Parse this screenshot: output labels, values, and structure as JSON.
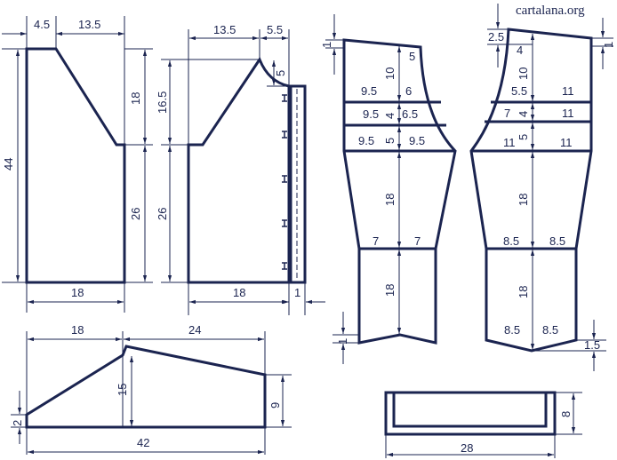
{
  "colors": {
    "background": "#ffffff",
    "line": "#1b2450"
  },
  "watermark": "cartalana.org",
  "front": {
    "shoulder": "4.5",
    "neck_width": "13.5",
    "neck_depth": "18",
    "height": "44",
    "side": "26",
    "width": "18"
  },
  "back": {
    "neck_width": "13.5",
    "shoulder": "5.5",
    "collar": "5",
    "armhole": "16.5",
    "side": "26",
    "width": "18",
    "band": "1"
  },
  "sleeve1": {
    "top_offset": "1",
    "cap": "10",
    "a1": "5",
    "r1_left": "9.5",
    "r1_right": "6",
    "r2_left": "9.5",
    "r2_mid": "4",
    "r2_right": "6.5",
    "r3_left": "9.5",
    "r3_mid": "5",
    "r3_right": "9.5",
    "mid_len": "18",
    "r4_left": "7",
    "r4_right": "7",
    "low_len": "18",
    "bottom_offset": "1"
  },
  "sleeve2": {
    "cap_left": "2.5",
    "cap_right": "1",
    "a4": "4",
    "cap": "10",
    "r1_left": "5.5",
    "r1_right": "11",
    "r2_left": "7",
    "r2_mid": "4",
    "r2_right": "11",
    "r3_mid": "5",
    "r3_left": "11",
    "r3_right": "11",
    "mid_len": "18",
    "r4_left": "8.5",
    "r4_right": "8.5",
    "low_len": "18",
    "r5_left": "8.5",
    "r5_right": "8.5",
    "bottom_offset": "1.5"
  },
  "collar_piece": {
    "top_left": "18",
    "top_right": "24",
    "left": "2",
    "height": "15",
    "right": "9",
    "width": "42"
  },
  "pocket": {
    "height": "8",
    "width": "28"
  }
}
